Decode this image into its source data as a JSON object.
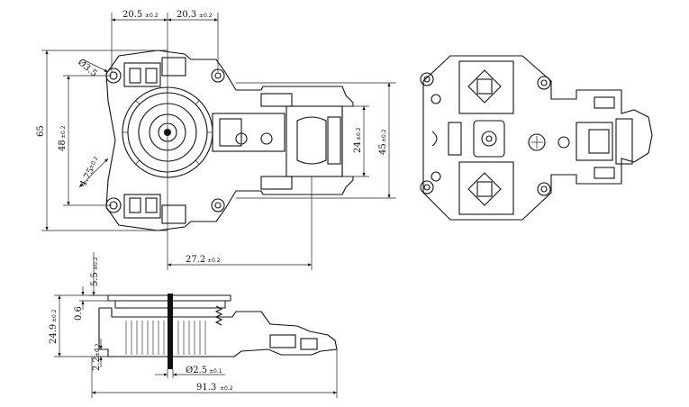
{
  "dimensions": {
    "top_left_width": {
      "value": "20.5",
      "tol": "±0.2"
    },
    "top_right_width": {
      "value": "20.3",
      "tol": "±0.2"
    },
    "hole_diameter": {
      "value": "Ø3.5",
      "tol": ""
    },
    "overall_height": {
      "value": "65",
      "tol": ""
    },
    "inner_height": {
      "value": "48",
      "tol": "±0.2"
    },
    "angle_offset": {
      "value": "4.75",
      "tol": "±0.2"
    },
    "body_height_24": {
      "value": "24",
      "tol": "±0.2"
    },
    "body_height_45": {
      "value": "45",
      "tol": "±0.2"
    },
    "center_offset": {
      "value": "27.2",
      "tol": "±0.2"
    },
    "top_protrusion": {
      "value": "5.5",
      "tol": "±0.2"
    },
    "side_height": {
      "value": "24.9",
      "tol": "±0.2"
    },
    "plate_thickness": {
      "value": "0.6",
      "tol": ""
    },
    "base_step": {
      "value": "2.2",
      "tol": "±0.2"
    },
    "pin_diameter": {
      "value": "Ø2.5",
      "tol": "±0.1"
    },
    "overall_length": {
      "value": "91.3",
      "tol": "±0.2"
    }
  },
  "views": [
    "top-view",
    "bottom-view",
    "side-view"
  ],
  "colors": {
    "line": "#111111",
    "background": "#ffffff"
  }
}
